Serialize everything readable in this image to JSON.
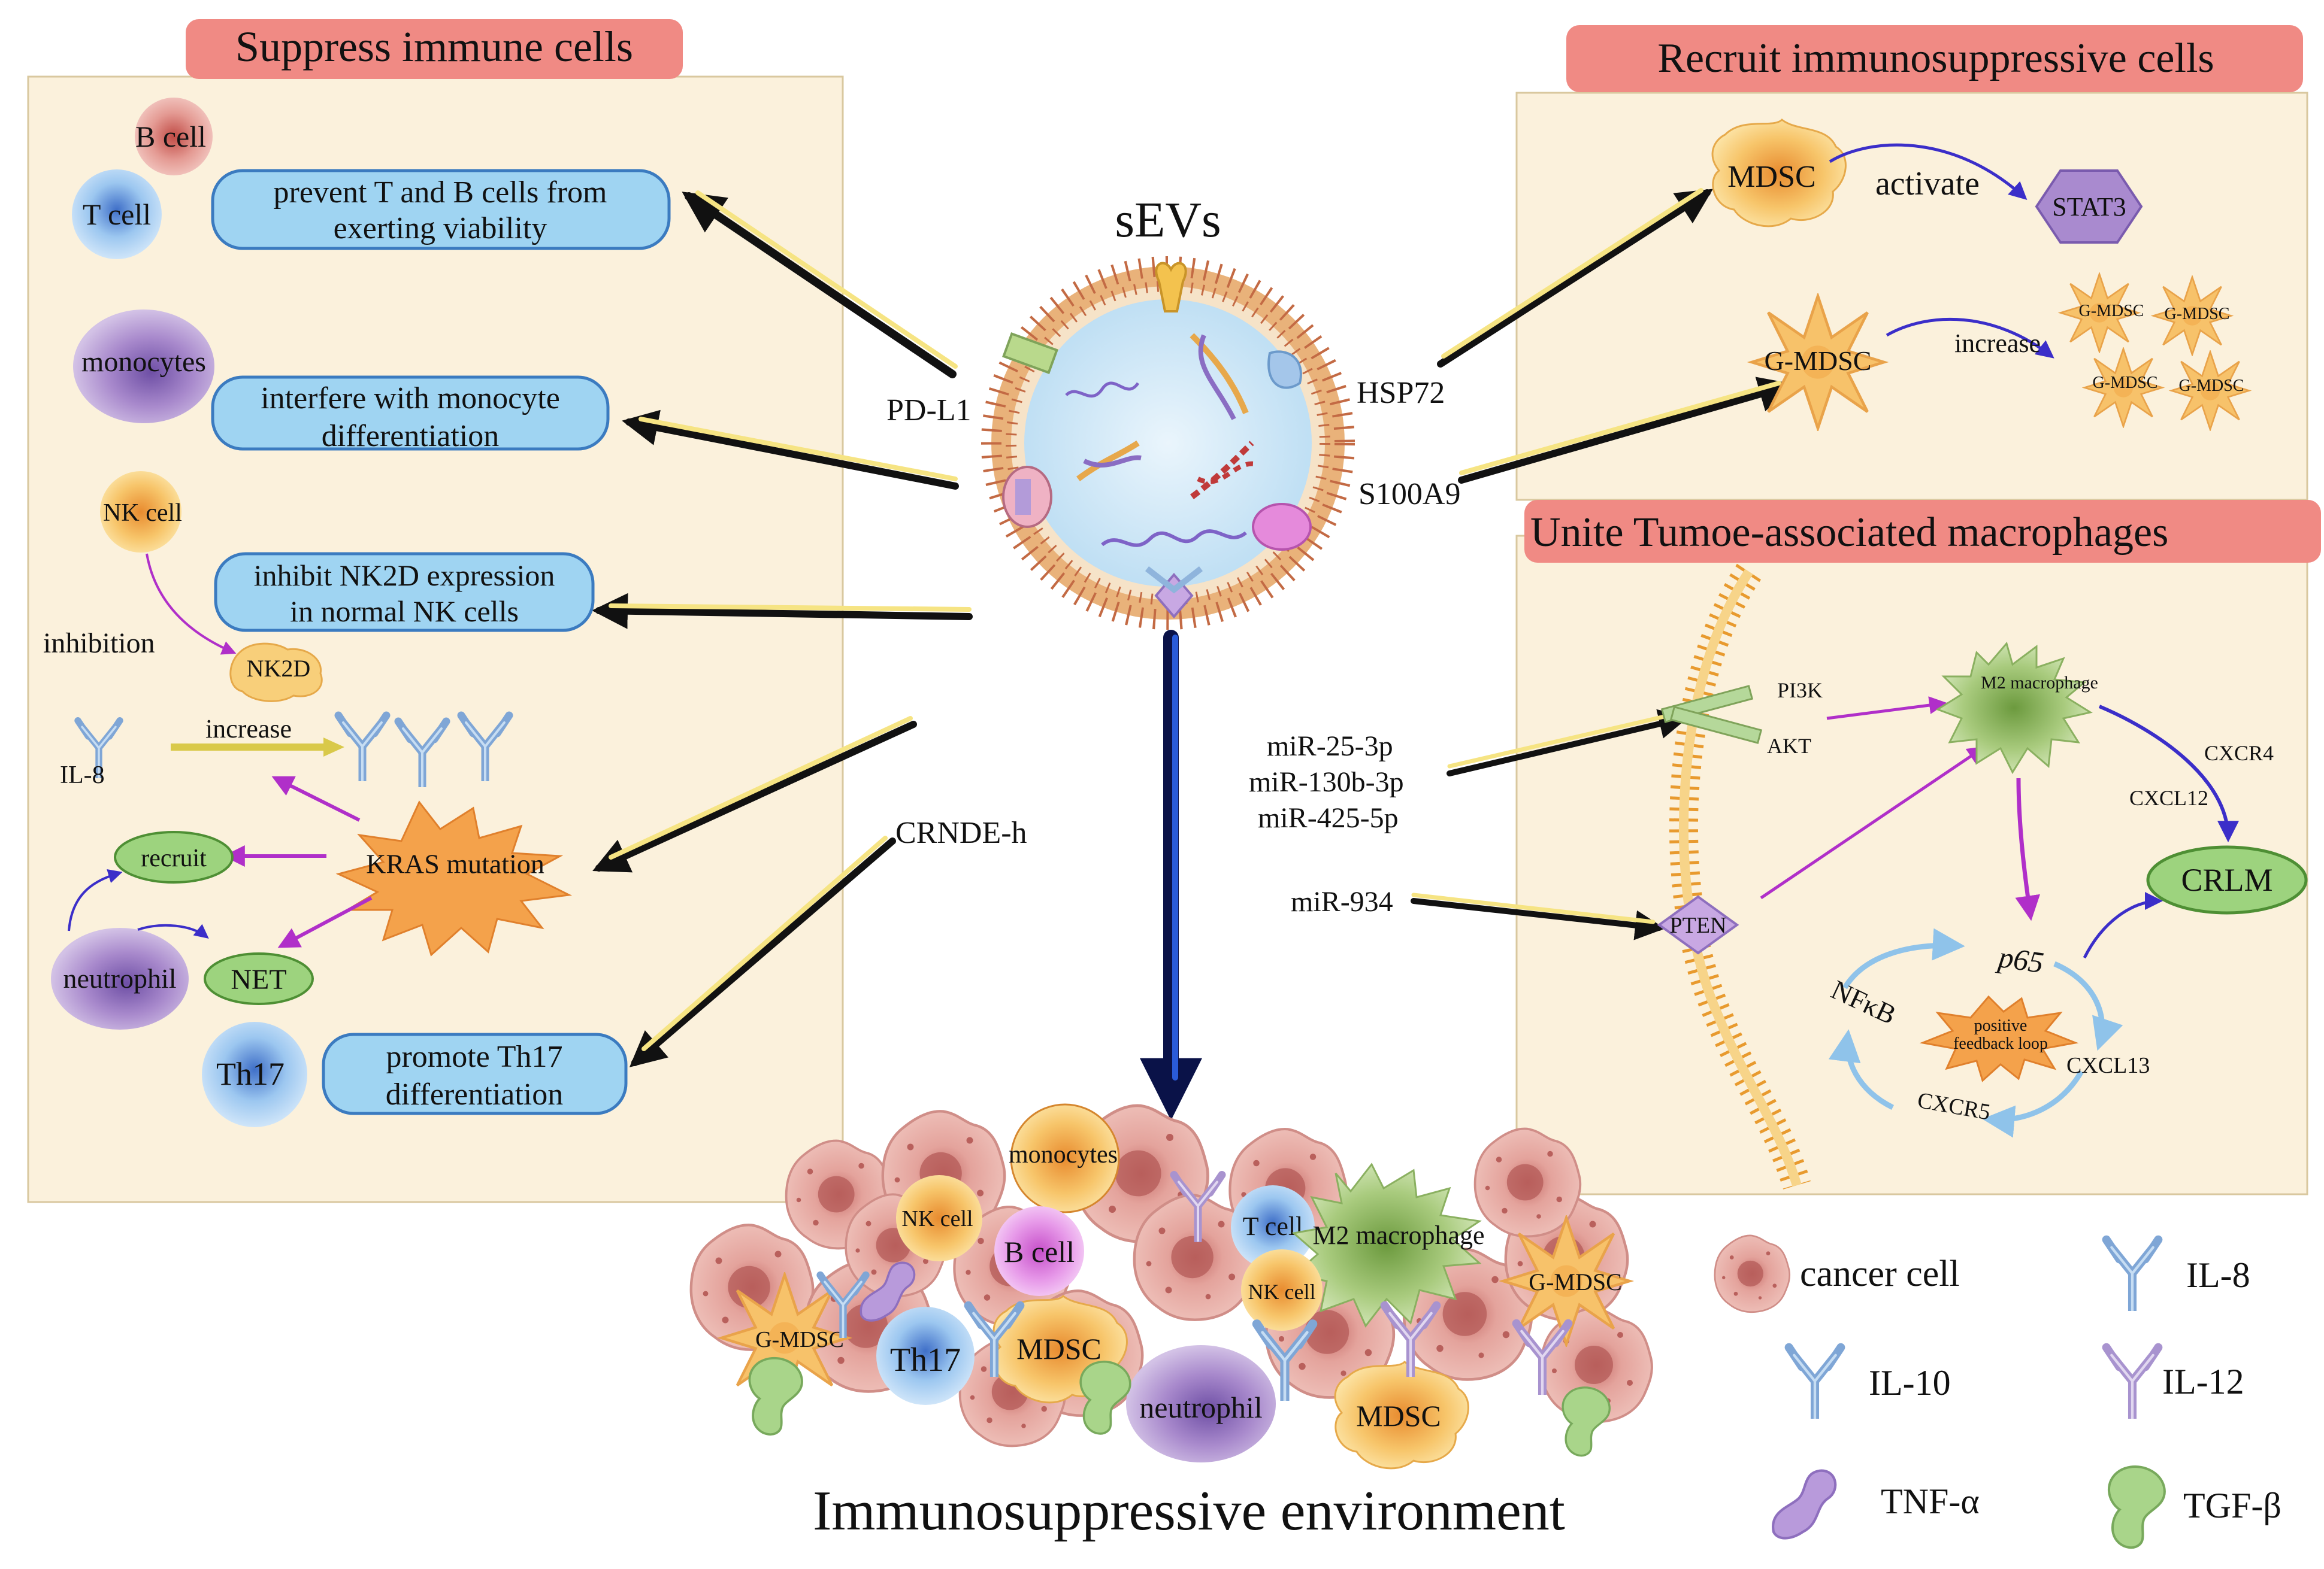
{
  "panels": {
    "left_title": "Suppress immune cells",
    "right_top_title": "Recruit immunosuppressive cells",
    "right_bottom_title": "Unite Tumoe-associated macrophages"
  },
  "center": {
    "title": "sEVs",
    "bottom_label": "Immunosuppressive environment"
  },
  "molecules": {
    "pdl1": "PD-L1",
    "crnde": "CRNDE-h",
    "hsp72": "HSP72",
    "s100a9": "S100A9",
    "mir25": "miR-25-3p",
    "mir130": "miR-130b-3p",
    "mir425": "miR-425-5p",
    "mir934": "miR-934"
  },
  "left": {
    "b_cell": "B cell",
    "t_cell": "T cell",
    "tb_box_line1": "prevent T and B cells from",
    "tb_box_line2": "exerting viability",
    "monocytes": "monocytes",
    "mono_box_line1": "interfere with monocyte",
    "mono_box_line2": "differentiation",
    "nk_cell": "NK cell",
    "nk_box_line1": "inhibit NK2D expression",
    "nk_box_line2": "in normal NK cells",
    "inhibition": "inhibition",
    "nk2d": "NK2D",
    "il8": "IL-8",
    "increase": "increase",
    "kras": "KRAS mutation",
    "recruit": "recruit",
    "neutrophil": "neutrophil",
    "net": "NET",
    "th17": "Th17",
    "th17_box_line1": "promote Th17",
    "th17_box_line2": "differentiation"
  },
  "right_top": {
    "mdsc": "MDSC",
    "activate": "activate",
    "stat3": "STAT3",
    "gmdsc": "G-MDSC",
    "increase": "increase",
    "small_gmdsc": [
      "G-MDSC",
      "G-MDSC",
      "G-MDSC",
      "G-MDSC"
    ]
  },
  "right_bottom": {
    "pi3k": "PI3K",
    "akt": "AKT",
    "m2": "M2 macrophage",
    "cxcr4": "CXCR4",
    "cxcl12": "CXCL12",
    "crlm": "CRLM",
    "pten": "PTEN",
    "p65": "p65",
    "nfkb": "NFκB",
    "loop_line1": "positive",
    "loop_line2": "feedback loop",
    "cxcl13": "CXCL13",
    "cxcr5": "CXCR5"
  },
  "tumor": {
    "monocytes": "monocytes",
    "nk_cell": "NK cell",
    "b_cell": "B cell",
    "t_cell": "T cell",
    "m2": "M2 macrophage",
    "nk_cell2": "NK cell",
    "gmdsc_right": "G-MDSC",
    "gmdsc_left": "G-MDSC",
    "th17": "Th17",
    "mdsc": "MDSC",
    "neutrophil": "neutrophil",
    "mdsc2": "MDSC"
  },
  "legend": {
    "cancer_cell": "cancer cell",
    "il8": "IL-8",
    "il10": "IL-10",
    "il12": "IL-12",
    "tnfa": "TNF-α",
    "tgfb": "TGF-β"
  },
  "colors": {
    "panel_bg": "#FBF1DC",
    "title_bg": "#F08A84",
    "blue_box": "#9FD4F2",
    "yellow_arrow": "#F6E483",
    "green_oval": "#9DD37E",
    "kras": "#F4A24B",
    "cancer": "#E9AFA8"
  }
}
